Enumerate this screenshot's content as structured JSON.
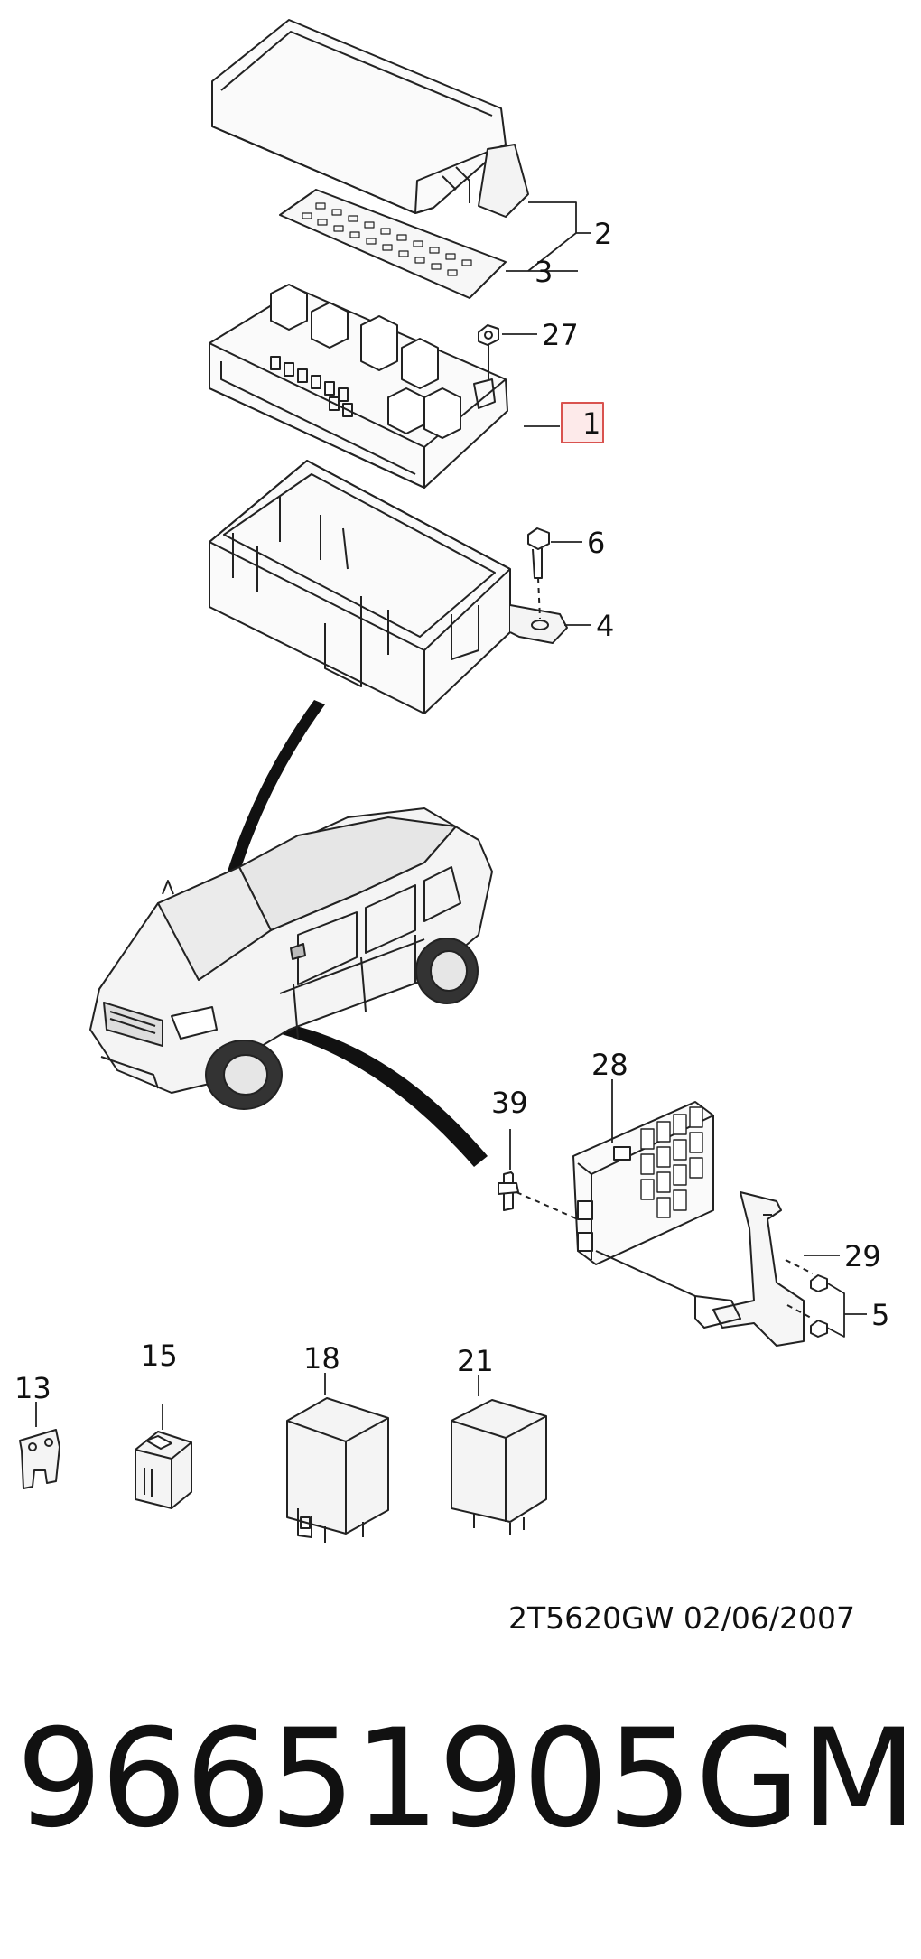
{
  "diagram": {
    "callouts": {
      "c1": "1",
      "c2": "2",
      "c3": "3",
      "c4": "4",
      "c5": "5",
      "c6": "6",
      "c13": "13",
      "c15": "15",
      "c18": "18",
      "c21": "21",
      "c27": "27",
      "c28": "28",
      "c29": "29",
      "c39": "39"
    },
    "highlight_color": "#d9534f",
    "drawing_code": "2T5620GW  02/06/2007"
  },
  "footer": {
    "part_number": "96651905",
    "brand": "GM"
  }
}
